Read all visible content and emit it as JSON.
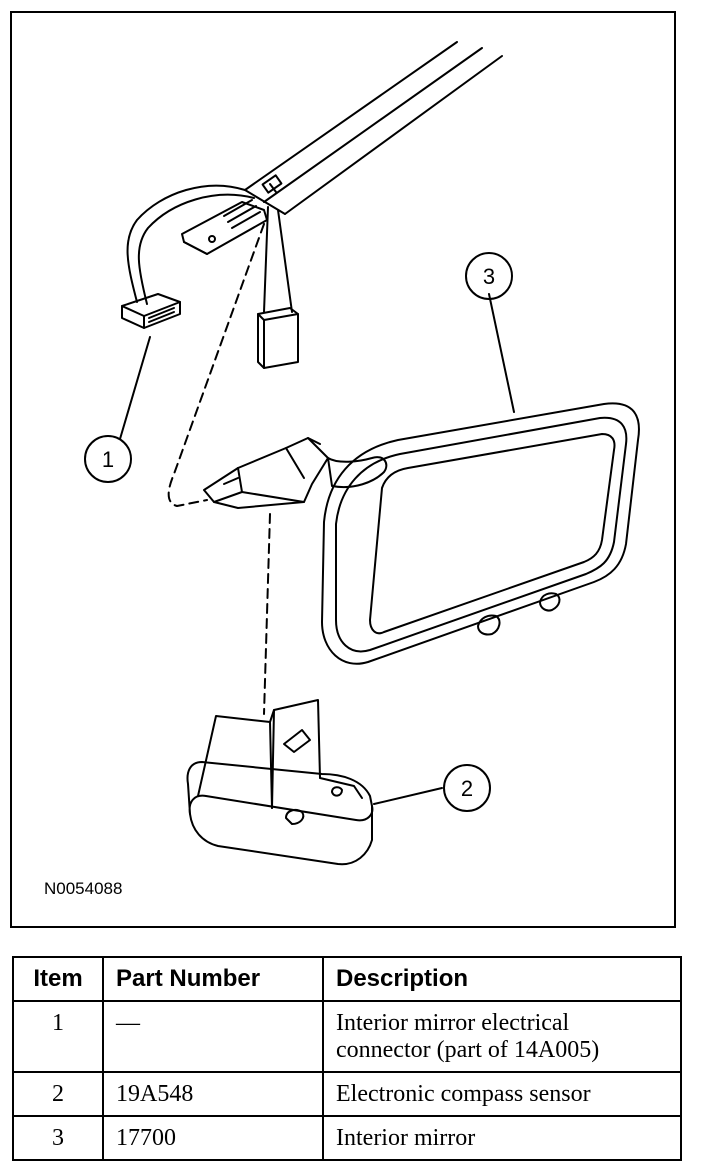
{
  "figure": {
    "id": "N0054088",
    "callouts": [
      "1",
      "2",
      "3"
    ]
  },
  "table": {
    "headers": [
      "Item",
      "Part Number",
      "Description"
    ],
    "rows": [
      {
        "item": "1",
        "part_number": "—",
        "description_line1": "Interior mirror electrical",
        "description_line2": "connector (part of 14A005)"
      },
      {
        "item": "2",
        "part_number": "19A548",
        "description_line1": "Electronic compass sensor"
      },
      {
        "item": "3",
        "part_number": "17700",
        "description_line1": "Interior mirror"
      }
    ]
  }
}
